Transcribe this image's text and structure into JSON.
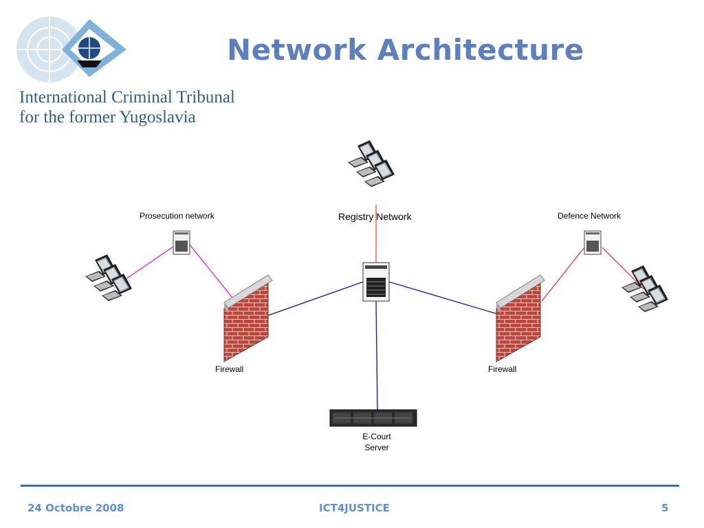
{
  "header": {
    "title": "Network Architecture",
    "organization_line1": "International Criminal Tribunal",
    "organization_line2": "for the former Yugoslavia"
  },
  "diagram": {
    "nodes": {
      "prosecution_network": "Prosecution network",
      "registry_network": "Registry Network",
      "defence_network": "Defence Network",
      "firewall_left": "Firewall",
      "firewall_right": "Firewall",
      "ecourt_server_line1": "E-Court",
      "ecourt_server_line2": "Server"
    },
    "link_colors": {
      "prosecution": "#ff00ff",
      "registry": "#ff3333",
      "defence": "#ff2222",
      "core": "#1a1acc"
    }
  },
  "footer": {
    "date": "24 Octobre 2008",
    "event": "ICT4JUSTICE",
    "page_number": "5"
  }
}
